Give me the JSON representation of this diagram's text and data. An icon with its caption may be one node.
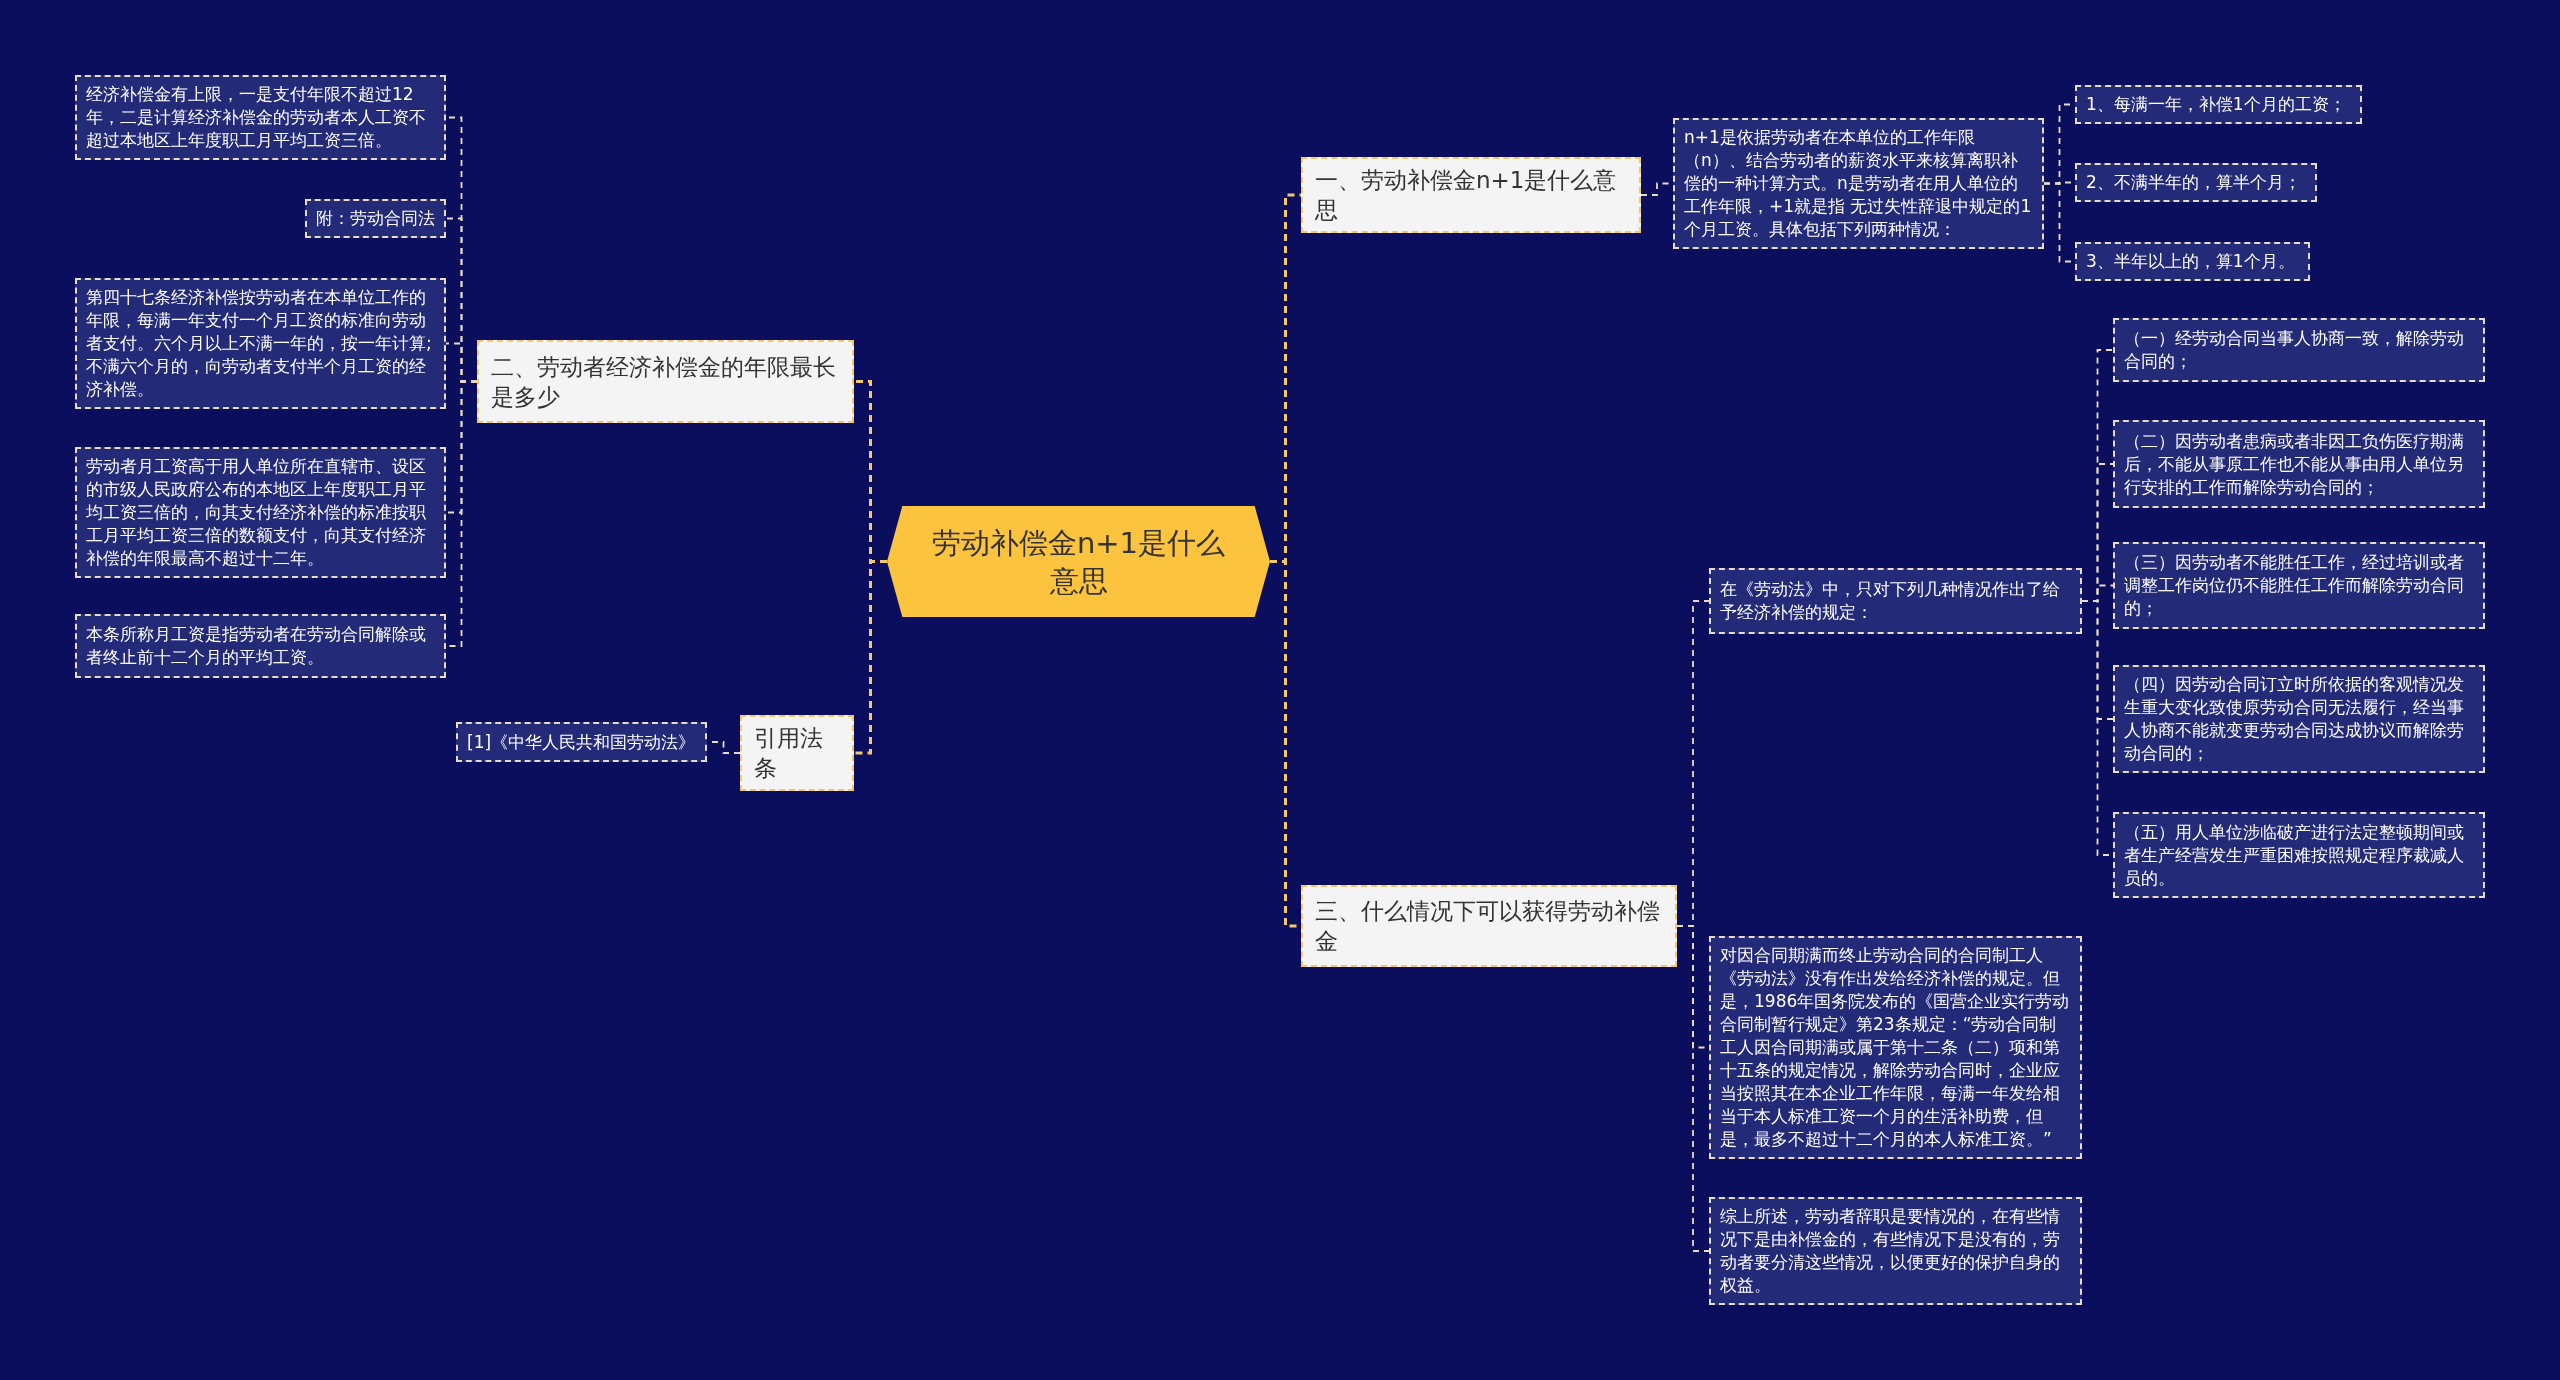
{
  "diagram": {
    "nodes": [
      {
        "text": [
          "劳动补偿金n+1是什么意思"
        ]
      },
      {
        "text": [
          "一、劳动补偿金n+1是什么意思"
        ]
      },
      {
        "text": [
          "n+1是依据劳动者在本单位的工作年限（n）、结合劳动者的薪资水平来核算离职补偿的一种计算方式。n是劳动者在用人单位的工作年限，+1就是指 无过失性辞退中规定的1个月工资。具体包括下列两种情况："
        ]
      },
      {
        "text": [
          "1、每满一年，补偿1个月的工资；"
        ]
      },
      {
        "text": [
          "2、不满半年的，算半个月；"
        ]
      },
      {
        "text": [
          "3、半年以上的，算1个月。"
        ]
      },
      {
        "text": [
          "二、劳动者经济补偿金的年限最长是多少"
        ]
      },
      {
        "text": [
          "经济补偿金有上限，一是支付年限不超过12年，二是计算经济补偿金的劳动者本人工资不超过本地区上年度职工月平均工资三倍。"
        ]
      },
      {
        "text": [
          "附：劳动合同法"
        ]
      },
      {
        "text": [
          "第四十七条经济补偿按劳动者在本单位工作的年限，每满一年支付一个月工资的标准向劳动者支付。六个月以上不满一年的，按一年计算;不满六个月的，向劳动者支付半个月工资的经济补偿。"
        ]
      },
      {
        "text": [
          "劳动者月工资高于用人单位所在直辖市、设区的市级人民政府公布的本地区上年度职工月平均工资三倍的，向其支付经济补偿的标准按职工月平均工资三倍的数额支付，向其支付经济补偿的年限最高不超过十二年。"
        ]
      },
      {
        "text": [
          "本条所称月工资是指劳动者在劳动合同解除或者终止前十二个月的平均工资。"
        ]
      },
      {
        "text": [
          "引用法条"
        ]
      },
      {
        "text": [
          "[1]《中华人民共和国劳动法》"
        ]
      },
      {
        "text": [
          "三、什么情况下可以获得劳动补偿金"
        ]
      },
      {
        "text": [
          "在《劳动法》中，只对下列几种情况作出了给予经济补偿的规定："
        ]
      },
      {
        "text": [
          "（一）经劳动合同当事人协商一致，解除劳动合同的；"
        ]
      },
      {
        "text": [
          "（二）因劳动者患病或者非因工负伤医疗期满后，不能从事原工作也不能从事由用人单位另行安排的工作而解除劳动合同的；"
        ]
      },
      {
        "text": [
          "（三）因劳动者不能胜任工作，经过培训或者调整工作岗位仍不能胜任工作而解除劳动合同的；"
        ]
      },
      {
        "text": [
          "（四）因劳动合同订立时所依据的客观情况发生重大变化致使原劳动合同无法履行，经当事人协商不能就变更劳动合同达成协议而解除劳动合同的；"
        ]
      },
      {
        "text": [
          "（五）用人单位涉临破产进行法定整顿期间或者生产经营发生严重困难按照规定程序裁减人员的。"
        ]
      },
      {
        "text": [
          "对因合同期满而终止劳动合同的合同制工人《劳动法》没有作出发给经济补偿的规定。但是，1986年国务院发布的《国营企业实行劳动合同制暂行规定》第23条规定：“劳动合同制工人因合同期满或属于第十二条（二）项和第十五条的规定情况，解除劳动合同时，企业应当按照其在本企业工作年限，每满一年发给相当于本人标准工资一个月的生活补助费，但是，最多不超过十二个月的本人标准工资。”"
        ]
      },
      {
        "text": [
          "综上所述，劳动者辞职是要情况的，在有些情况下是由补偿金的，有些情况下是没有的，劳动者要分清这些情况，以便更好的保护自身的权益。"
        ]
      }
    ],
    "edges": [
      {
        "from": 0,
        "to": 1,
        "arrow": "none"
      },
      {
        "from": 1,
        "to": 2,
        "arrow": "none"
      },
      {
        "from": 2,
        "to": 3,
        "arrow": "none"
      },
      {
        "from": 2,
        "to": 4,
        "arrow": "none"
      },
      {
        "from": 2,
        "to": 5,
        "arrow": "none"
      },
      {
        "from": 0,
        "to": 6,
        "arrow": "none"
      },
      {
        "from": 6,
        "to": 7,
        "arrow": "none"
      },
      {
        "from": 6,
        "to": 8,
        "arrow": "none"
      },
      {
        "from": 6,
        "to": 9,
        "arrow": "none"
      },
      {
        "from": 6,
        "to": 10,
        "arrow": "none"
      },
      {
        "from": 6,
        "to": 11,
        "arrow": "none"
      },
      {
        "from": 0,
        "to": 12,
        "arrow": "none"
      },
      {
        "from": 12,
        "to": 13,
        "arrow": "none"
      },
      {
        "from": 0,
        "to": 14,
        "arrow": "none"
      },
      {
        "from": 14,
        "to": 15,
        "arrow": "none"
      },
      {
        "from": 15,
        "to": 16,
        "arrow": "none"
      },
      {
        "from": 15,
        "to": 17,
        "arrow": "none"
      },
      {
        "from": 15,
        "to": 18,
        "arrow": "none"
      },
      {
        "from": 15,
        "to": 19,
        "arrow": "none"
      },
      {
        "from": 15,
        "to": 20,
        "arrow": "none"
      },
      {
        "from": 14,
        "to": 21,
        "arrow": "none"
      },
      {
        "from": 14,
        "to": 22,
        "arrow": "none"
      }
    ]
  }
}
